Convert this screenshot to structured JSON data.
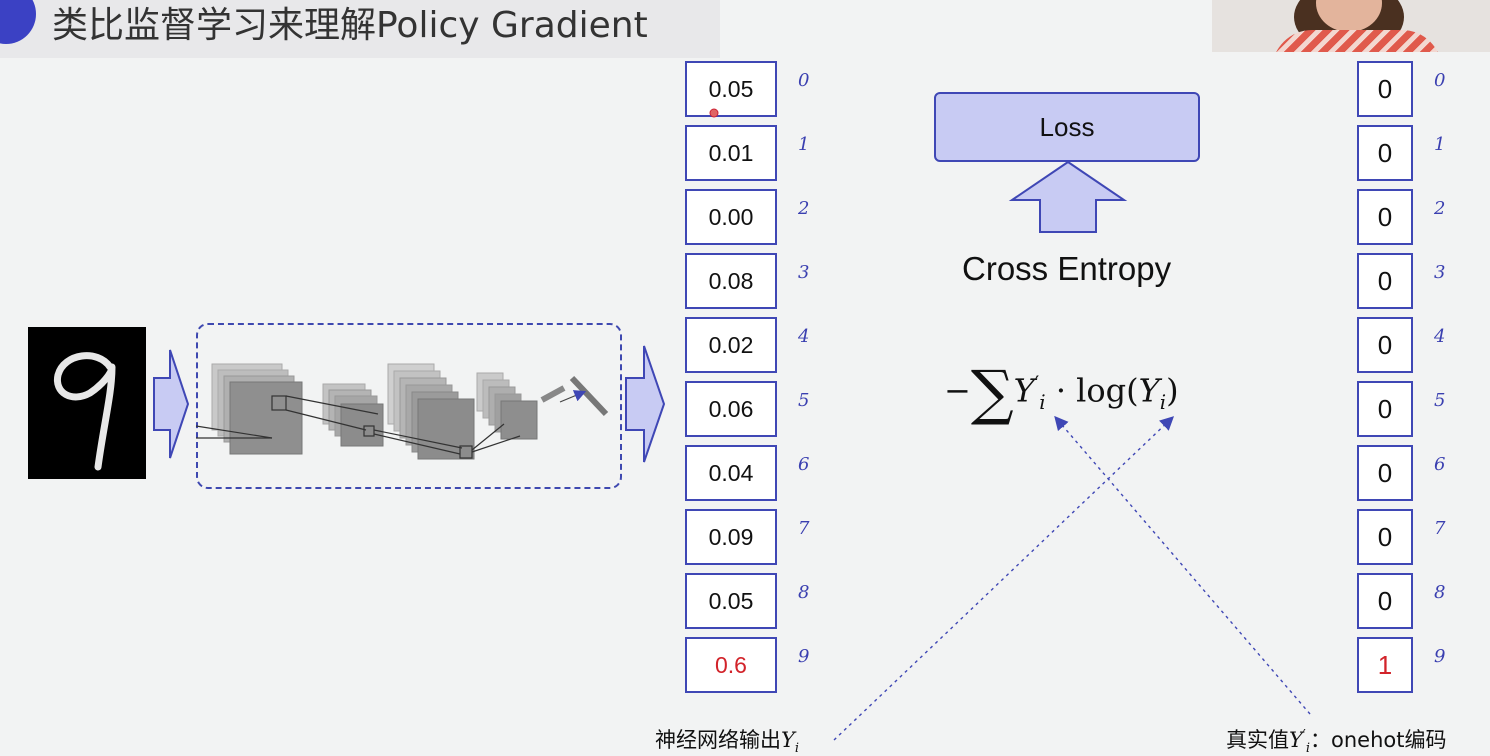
{
  "title": "类比监督学习来理解Policy Gradient",
  "loss_label": "Loss",
  "cross_entropy_label": "Cross Entropy",
  "formula": {
    "prefix": "−",
    "sum_symbol": "∑",
    "y_prime": "Y",
    "sub_i": "i",
    "prime": "′",
    "dot_log": " · log(",
    "y": "Y",
    "close": ")"
  },
  "predictions": {
    "values": [
      "0.05",
      "0.01",
      "0.00",
      "0.08",
      "0.02",
      "0.06",
      "0.04",
      "0.09",
      "0.05",
      "0.6"
    ],
    "highlight_index": 9
  },
  "ground_truth": {
    "values": [
      "0",
      "0",
      "0",
      "0",
      "0",
      "0",
      "0",
      "0",
      "0",
      "1"
    ],
    "highlight_index": 9
  },
  "indices": [
    "0",
    "1",
    "2",
    "3",
    "4",
    "5",
    "6",
    "7",
    "8",
    "9"
  ],
  "pred_caption": {
    "text": "神经网络输出",
    "var": "Y",
    "sub": "i"
  },
  "truth_caption": {
    "text": "真实值",
    "var": "Y",
    "sub": "i",
    "prime": "′",
    "suffix": "：onehot编码"
  },
  "colors": {
    "accent": "#3f47b5",
    "arrow_fill": "#c8cbf3",
    "highlight": "#d2232a",
    "title_bullet": "#3b41c4"
  }
}
